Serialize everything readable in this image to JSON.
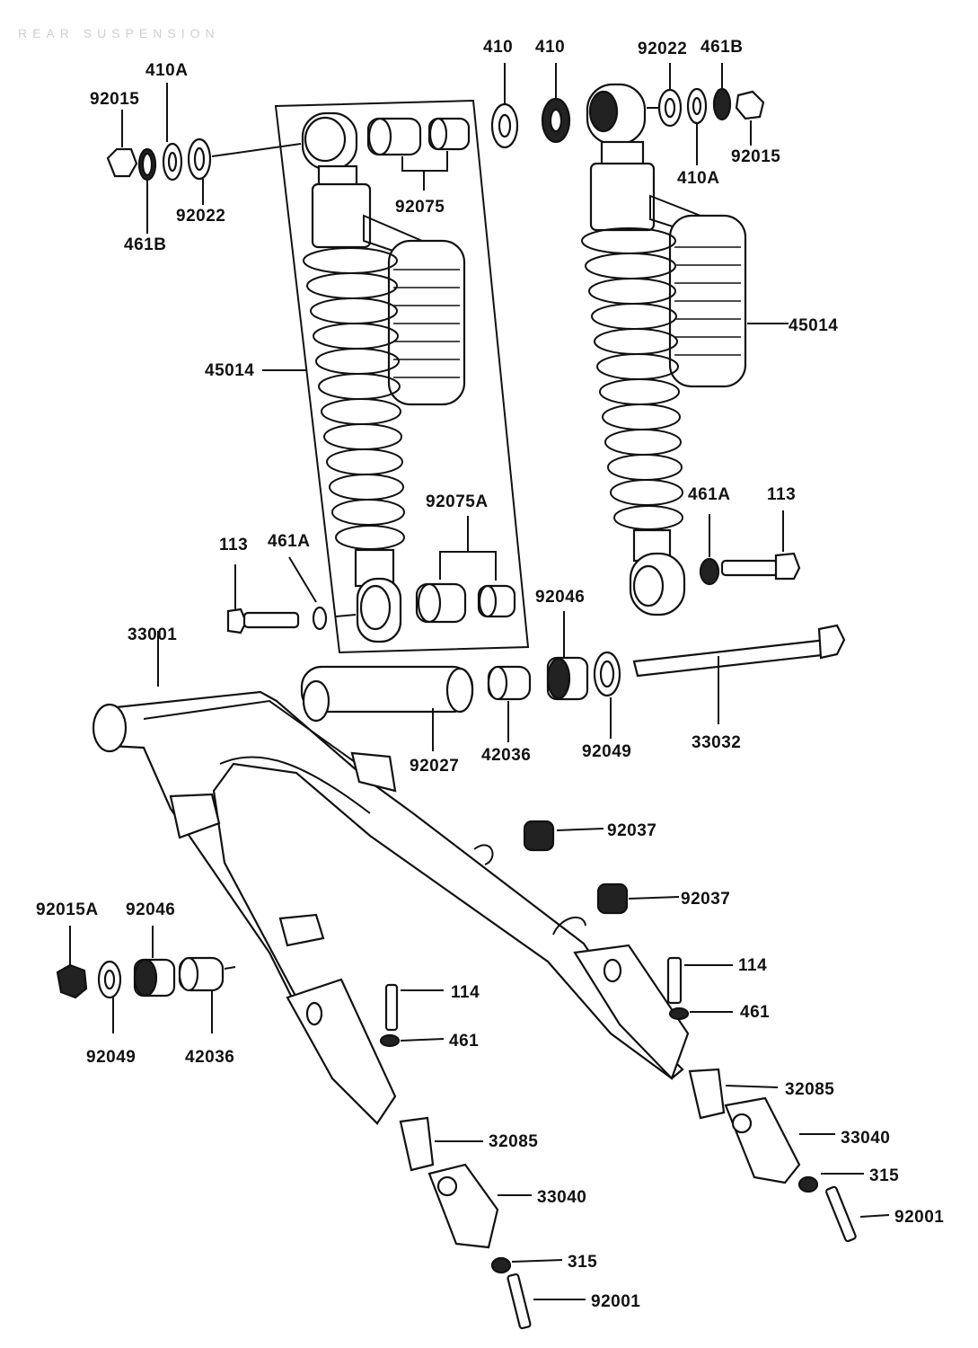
{
  "diagram": {
    "top_noise": "REAR SUSPENSION",
    "labels": {
      "p410_a": "410",
      "p410_b": "410",
      "p92022_r": "92022",
      "p461B_r": "461B",
      "p92015_l": "92015",
      "p410A_l": "410A",
      "p92075": "92075",
      "p92022_l": "92022",
      "p461B_l": "461B",
      "p92015_r": "92015",
      "p410A_r": "410A",
      "p45014_l": "45014",
      "p45014_r": "45014",
      "p92075A": "92075A",
      "p461A_r": "461A",
      "p113_r": "113",
      "p113_l": "113",
      "p461A_l": "461A",
      "p92046_top": "92046",
      "p33001": "33001",
      "p92027": "92027",
      "p42036_top": "42036",
      "p92049_top": "92049",
      "p33032": "33032",
      "p92037_a": "92037",
      "p92037_b": "92037",
      "p92015A": "92015A",
      "p92046_bot": "92046",
      "p114_r": "114",
      "p461_r": "461",
      "p114_l": "114",
      "p461_l": "461",
      "p92049_bot": "92049",
      "p42036_bot": "42036",
      "p32085_r": "32085",
      "p33040_r": "33040",
      "p315_r": "315",
      "p92001_r": "92001",
      "p32085_l": "32085",
      "p33040_l": "33040",
      "p315_l": "315",
      "p92001_l": "92001"
    }
  }
}
